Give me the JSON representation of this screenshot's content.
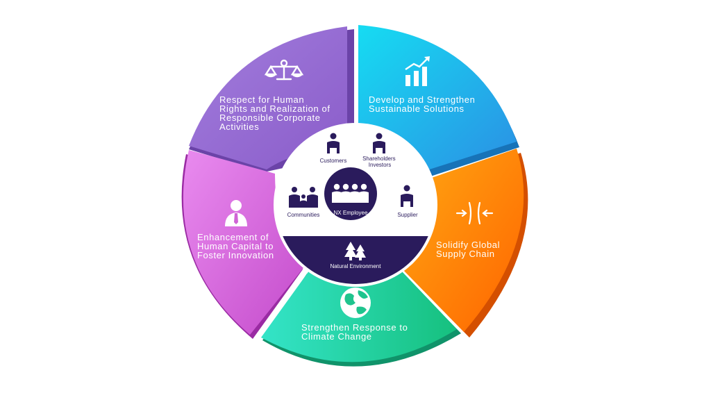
{
  "segments": {
    "rights": {
      "label": "Respect for Human\nRights and Realization of\nResponsible Corporate\nActivities",
      "color_start": "#9b6fd8",
      "color_end": "#8a5cc9",
      "icon": "scale-icon"
    },
    "solutions": {
      "label": "Develop and Strengthen\nSustainable Solutions",
      "color_start": "#1ad8f0",
      "color_end": "#2a9ee6",
      "icon": "growth-chart-icon"
    },
    "supply": {
      "label": "Solidify Global\nSupply Chain",
      "color_start": "#ff9a0a",
      "color_end": "#ff6a00",
      "icon": "converge-arrows-icon"
    },
    "climate": {
      "label": "Strengthen Response to\nClimate Change",
      "color_start": "#2ee0c0",
      "color_end": "#1fc48e",
      "icon": "globe-icon"
    },
    "capital": {
      "label": "Enhancement of\nHuman Capital to\nFoster Innovation",
      "color_start": "#e07fe6",
      "color_end": "#c84fcf",
      "icon": "businessman-icon"
    }
  },
  "hub": {
    "customers": "Customers",
    "shareholders": "Shareholders\nInvestors",
    "communities": "Communities",
    "employee": "NX Employee",
    "supplier": "Supplier",
    "environment": "Natural Environment"
  },
  "colors": {
    "hub_dark": "#2a1b5c",
    "hub_light": "#ffffff"
  }
}
